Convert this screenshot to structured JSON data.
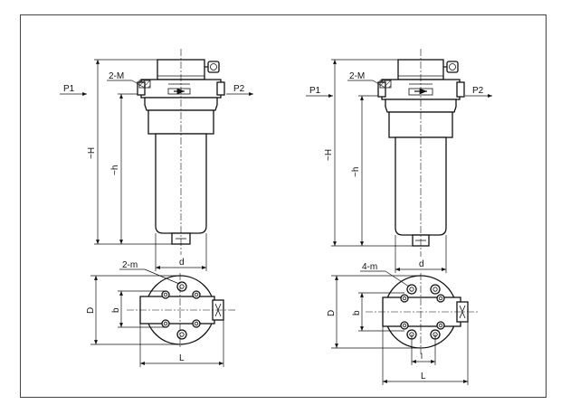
{
  "labels": {
    "inlet": "P1",
    "outlet": "P2",
    "port_thread": "2-M",
    "height_total": "~H",
    "height_h": "~h",
    "diameter": "d",
    "bolt_left": "2-m",
    "bolt_right": "4-m",
    "depth": "D",
    "width_b": "b",
    "length": "L",
    "spacing": "l"
  },
  "colors": {
    "line": "#111111",
    "background": "#ffffff",
    "frame": "#444444"
  }
}
